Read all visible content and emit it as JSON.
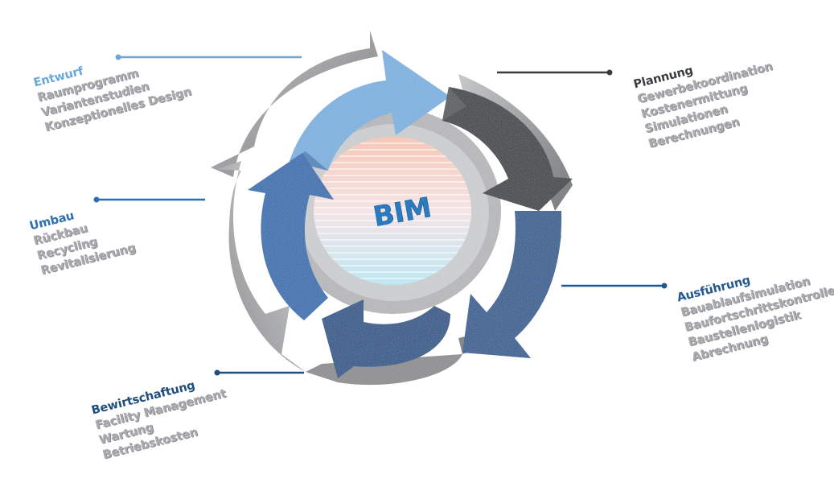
{
  "center": {
    "label": "BIM"
  },
  "phases": [
    {
      "id": "entwurf",
      "title": "Entwurf",
      "color": "#6aa7dc",
      "items": [
        "Raumprogramm",
        "Variantenstudien",
        "Konzeptionelles Design"
      ]
    },
    {
      "id": "planung",
      "title": "Plannung",
      "color": "#3a3d40",
      "items": [
        "Gewerbekoordination",
        "Kostenermittung",
        "Simulationen",
        "Berechnungen"
      ]
    },
    {
      "id": "ausfuehrung",
      "title": "Ausführung",
      "color": "#23588f",
      "items": [
        "Bauablaufsimulation",
        "Baufortschrittskontrolle",
        "Baustellenlogistik",
        "Abrechnung"
      ]
    },
    {
      "id": "bewirtschaftung",
      "title": "Bewirtschaftung",
      "color": "#1e4d7e",
      "items": [
        "Facility Management",
        "Wartung",
        "Betriebskosten"
      ]
    },
    {
      "id": "umbau",
      "title": "Umbau",
      "color": "#2e6eb0",
      "items": [
        "Rückbau",
        "Recycling",
        "Revitalisierung"
      ]
    }
  ],
  "colors": {
    "entwurf_arrow": "#7db4e4",
    "planung_arrow": "#3a3e42",
    "ausfuehrung_arrow": "#2a5d93",
    "bewirtschaftung_arrow": "#24548a",
    "umbau_arrow": "#2f6fb3",
    "ring_gray": "#9a9b9d",
    "item_gray": "#a9abae",
    "bim_text": "#2a7bbf"
  }
}
